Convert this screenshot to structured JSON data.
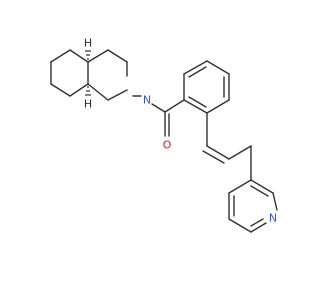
{
  "colors": {
    "bond": "#303030",
    "nitrogen": "#3050F8",
    "oxygen": "#FF0D0D",
    "hydrogen": "#303030",
    "background": "#ffffff"
  },
  "atoms": {
    "amide_nitrogen": "N",
    "carbonyl_oxygen": "O",
    "pyridine_nitrogen": "N",
    "stereo_h_top": "H",
    "stereo_h_bottom": "H"
  }
}
